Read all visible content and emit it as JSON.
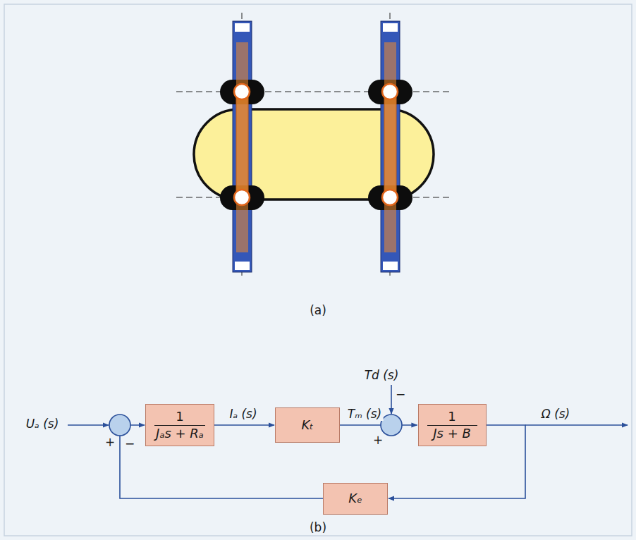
{
  "diagram": {
    "nodes": [
      {
        "text": [
          "1",
          "Jₐs + Rₐ"
        ]
      },
      {
        "text": [
          "Kₜ"
        ]
      },
      {
        "text": [
          "1",
          "Js + B"
        ]
      },
      {
        "text": [
          "Kₑ"
        ]
      }
    ],
    "edges": [
      {
        "from": 0,
        "to": 1,
        "arrow": "to",
        "label": "Iₐ (s)"
      },
      {
        "from": 1,
        "to": 2,
        "arrow": "to",
        "label": "Tₘ (s)"
      },
      {
        "from": 2,
        "to": 3,
        "arrow": "to"
      },
      {
        "from": 3,
        "to": 0,
        "arrow": "to"
      }
    ],
    "labels": [
      "(a)",
      "Uₐ (s)",
      "+",
      "−",
      "Td (s)",
      "−",
      "+",
      "Ω (s)",
      "(b)"
    ]
  }
}
